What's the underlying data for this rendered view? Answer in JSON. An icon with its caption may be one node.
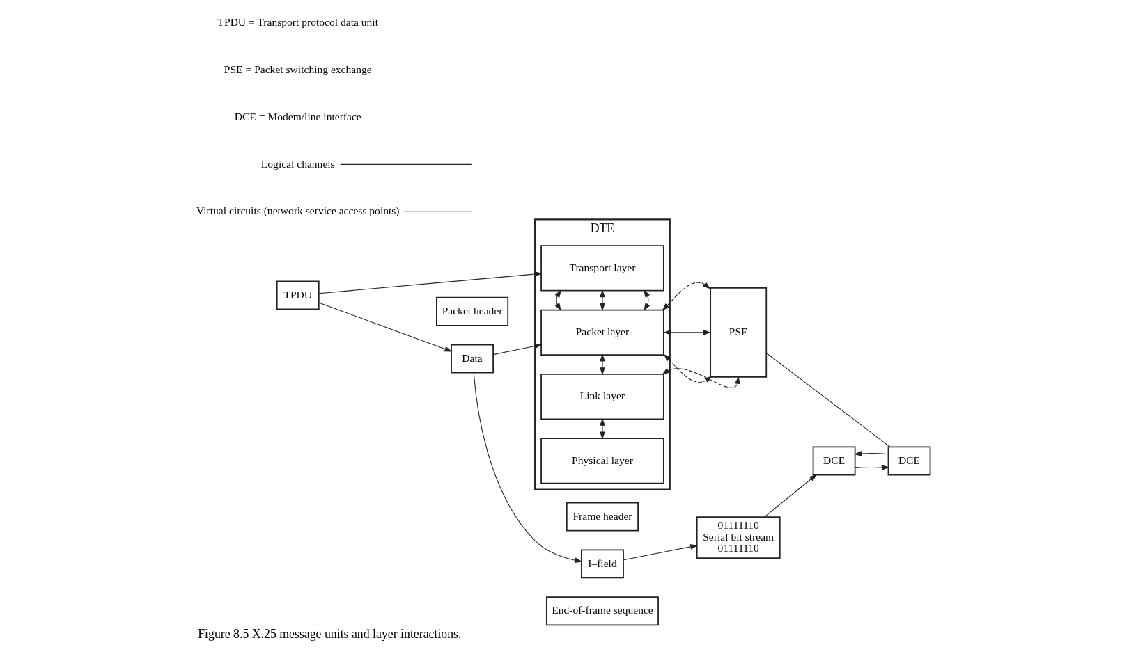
{
  "diagram": {
    "caption": "Figure 8.5 X.25 message units and layer interactions.",
    "nodes": [
      {
        "text": [
          "DTE"
        ]
      },
      {
        "text": [
          "Transport layer"
        ],
        "in": 0
      },
      {
        "text": [
          "Packet layer"
        ],
        "in": 0
      },
      {
        "text": [
          "Link layer"
        ],
        "in": 0
      },
      {
        "text": [
          "Physical layer"
        ],
        "in": 0
      },
      {
        "text": [
          "TPDU"
        ]
      },
      {
        "text": [
          "Packet header"
        ]
      },
      {
        "text": [
          "Data"
        ]
      },
      {
        "text": [
          "Frame header"
        ]
      },
      {
        "text": [
          "I–field"
        ]
      },
      {
        "text": [
          "End-of-frame sequence"
        ]
      },
      {
        "text": [
          "01111110",
          "Serial bit stream",
          "01111110"
        ]
      },
      {
        "text": [
          "DCE"
        ]
      },
      {
        "text": [
          "PSE"
        ]
      },
      {
        "text": [
          "DCE"
        ]
      },
      {
        "text": [
          "Virtual circuits (network service access points)"
        ]
      },
      {
        "text": [
          "Logical channels"
        ]
      }
    ],
    "edges": [
      {
        "from": 5,
        "to": 1,
        "arrow": "to"
      },
      {
        "from": 5,
        "to": 7,
        "arrow": "to"
      },
      {
        "from": 7,
        "to": 2,
        "arrow": "to"
      },
      {
        "from": 7,
        "to": 9,
        "arrow": "to"
      },
      {
        "from": 9,
        "to": 11,
        "arrow": "to"
      },
      {
        "from": 11,
        "to": 12,
        "arrow": "to"
      },
      {
        "from": 12,
        "to": 14,
        "arrow": "to"
      },
      {
        "from": 14,
        "to": 12,
        "arrow": "to"
      },
      {
        "from": 1,
        "to": 2,
        "arrow": "both"
      },
      {
        "from": 1,
        "to": 2,
        "arrow": "both"
      },
      {
        "from": 1,
        "to": 2,
        "arrow": "both"
      },
      {
        "from": 2,
        "to": 3,
        "arrow": "both"
      },
      {
        "from": 3,
        "to": 4,
        "arrow": "both"
      },
      {
        "from": 4,
        "to": 12,
        "arrow": "none"
      },
      {
        "from": 13,
        "to": 14,
        "arrow": "none"
      },
      {
        "from": 2,
        "to": 13,
        "arrow": "both",
        "style": "dashed"
      },
      {
        "from": 2,
        "to": 13,
        "arrow": "both"
      },
      {
        "from": 2,
        "to": 13,
        "arrow": "both",
        "style": "dashed"
      },
      {
        "from": 3,
        "to": 13,
        "arrow": "both",
        "style": "dashed"
      },
      {
        "from": 15,
        "to": null,
        "arrow": "none"
      },
      {
        "from": 16,
        "to": null,
        "arrow": "none"
      }
    ],
    "labels": [
      "DCE = Modem/line interface",
      "PSE = Packet switching exchange",
      "TPDU = Transport protocol data unit"
    ]
  }
}
